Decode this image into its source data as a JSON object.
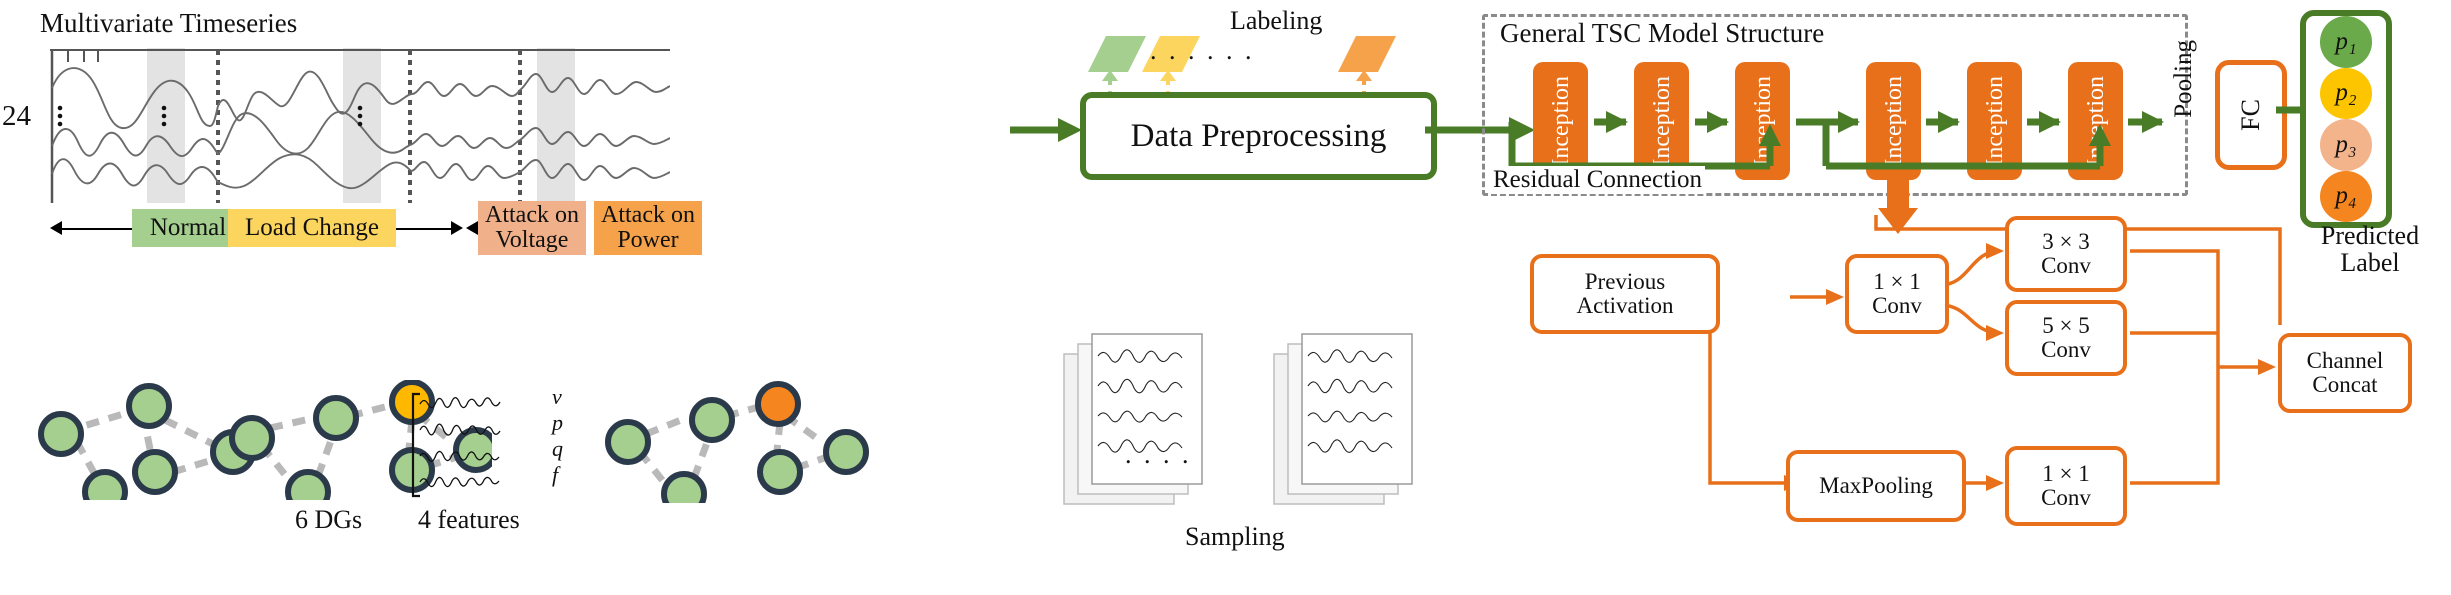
{
  "timeseries": {
    "title": "Multivariate Timeseries",
    "channel_count": "24",
    "segments": [
      {
        "label": "Normal",
        "color": "#a5cf8e",
        "lines": [
          "Normal"
        ]
      },
      {
        "label": "Load Change",
        "color": "#fcd55f",
        "lines": [
          "Load Change"
        ]
      },
      {
        "label": "Attack on Voltage",
        "color": "#f0b08a",
        "lines": [
          "Attack on",
          "Voltage"
        ]
      },
      {
        "label": "Attack on Power",
        "color": "#f5a24a",
        "lines": [
          "Attack on",
          "Power"
        ]
      }
    ]
  },
  "dg": {
    "caption_left": "6 DGs",
    "caption_right": "4 features",
    "features": [
      "v",
      "p",
      "q",
      "f"
    ],
    "normal_node_color": "#a5cf8e",
    "attacked_node_color_load": "#ffb800",
    "attacked_node_color_power": "#f5851f",
    "node_border_color": "#2b3a4a"
  },
  "preprocessing": {
    "title": "Data Preprocessing",
    "border_color": "#4a7c28"
  },
  "labeling": {
    "title": "Labeling",
    "dots": ". . . . . .",
    "strip_colors": [
      "#a5cf8e",
      "#fcd55f",
      "#f5a24a"
    ]
  },
  "sampling": {
    "title": "Sampling",
    "dots": ". . . ."
  },
  "model": {
    "title": "General TSC Model Structure",
    "blocks": [
      "Inception",
      "Inception",
      "Inception",
      "Inception",
      "Inception",
      "Inception"
    ],
    "pooling_label": "Pooling",
    "fc_label": "FC",
    "residual_label": "Residual Connection",
    "block_color": "#e8701a",
    "arrow_color": "#4a7c28"
  },
  "predicted": {
    "caption_lines": [
      "Predicted",
      "Label"
    ],
    "nodes": [
      {
        "label": "p₁",
        "color": "#6aaa4a"
      },
      {
        "label": "p₂",
        "color": "#fdc500"
      },
      {
        "label": "p₃",
        "color": "#f3b48c"
      },
      {
        "label": "p₄",
        "color": "#f5851f"
      }
    ]
  },
  "inception_detail": {
    "accent": "#e8701a",
    "previous_activation": [
      "Previous",
      "Activation"
    ],
    "conv1x1_a": [
      "1 × 1",
      "Conv"
    ],
    "conv3x3": [
      "3 × 3",
      "Conv"
    ],
    "conv5x5": [
      "5 × 5",
      "Conv"
    ],
    "maxpooling": [
      "MaxPooling"
    ],
    "conv1x1_b": [
      "1 × 1",
      "Conv"
    ],
    "channel_concat": [
      "Channel",
      "Concat"
    ]
  }
}
